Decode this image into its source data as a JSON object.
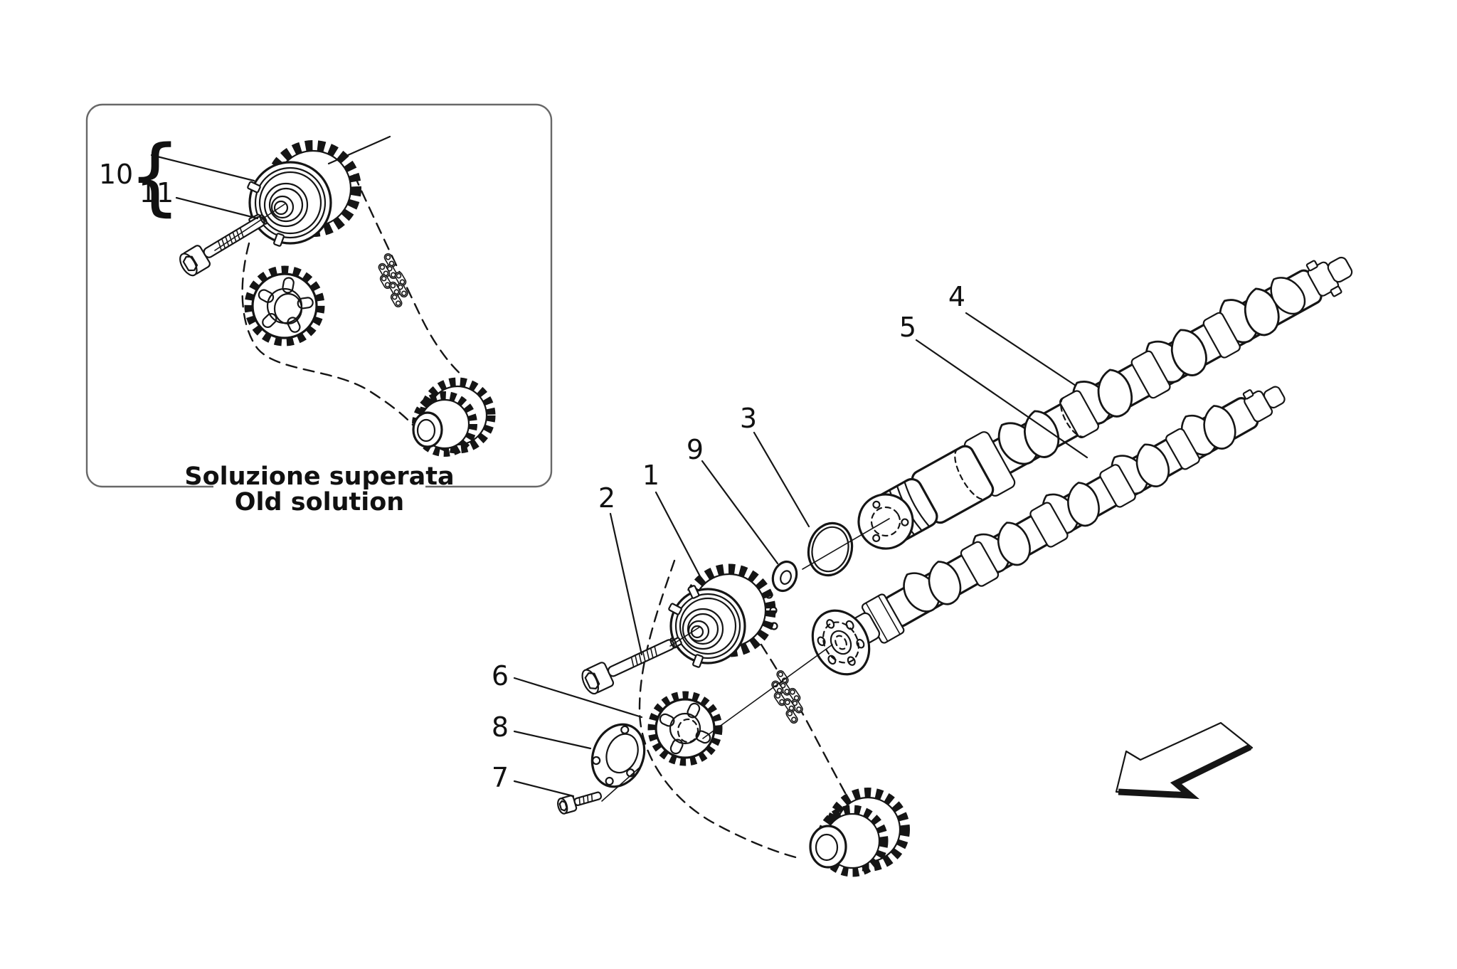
{
  "diagram": {
    "background_color": "#ffffff",
    "line_color": "#151515",
    "inset_box_border_color": "#686868",
    "inset": {
      "caption_line1": "Soluzione superata",
      "caption_line2": "Old solution",
      "brace": "{",
      "labels": {
        "p10": "10",
        "p11": "11"
      }
    },
    "labels": {
      "p1": "1",
      "p2": "2",
      "p3": "3",
      "p4": "4",
      "p5": "5",
      "p6": "6",
      "p7": "7",
      "p8": "8",
      "p9": "9"
    },
    "icons": {
      "direction_arrow": "thick-outline-arrow-pointing-down-left"
    }
  }
}
